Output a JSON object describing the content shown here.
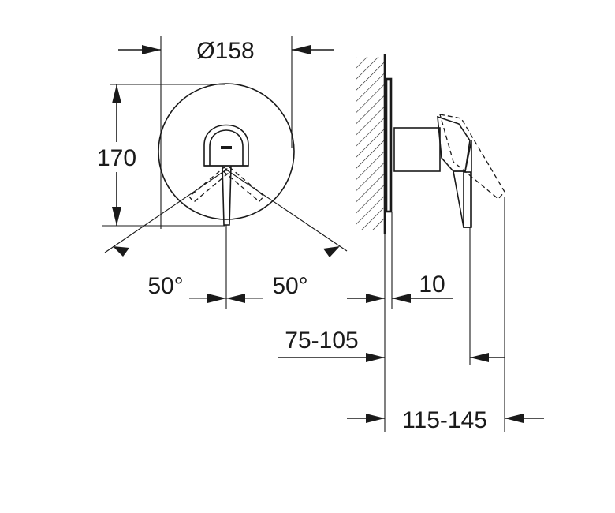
{
  "dimensions": {
    "diameter": "Ø158",
    "height": "170",
    "angle_left": "50°",
    "angle_right": "50°",
    "depth_offset": "10",
    "wall_depth": "75-105",
    "total_depth": "115-145"
  },
  "colors": {
    "ink": "#1a1a1a",
    "background": "#ffffff"
  }
}
